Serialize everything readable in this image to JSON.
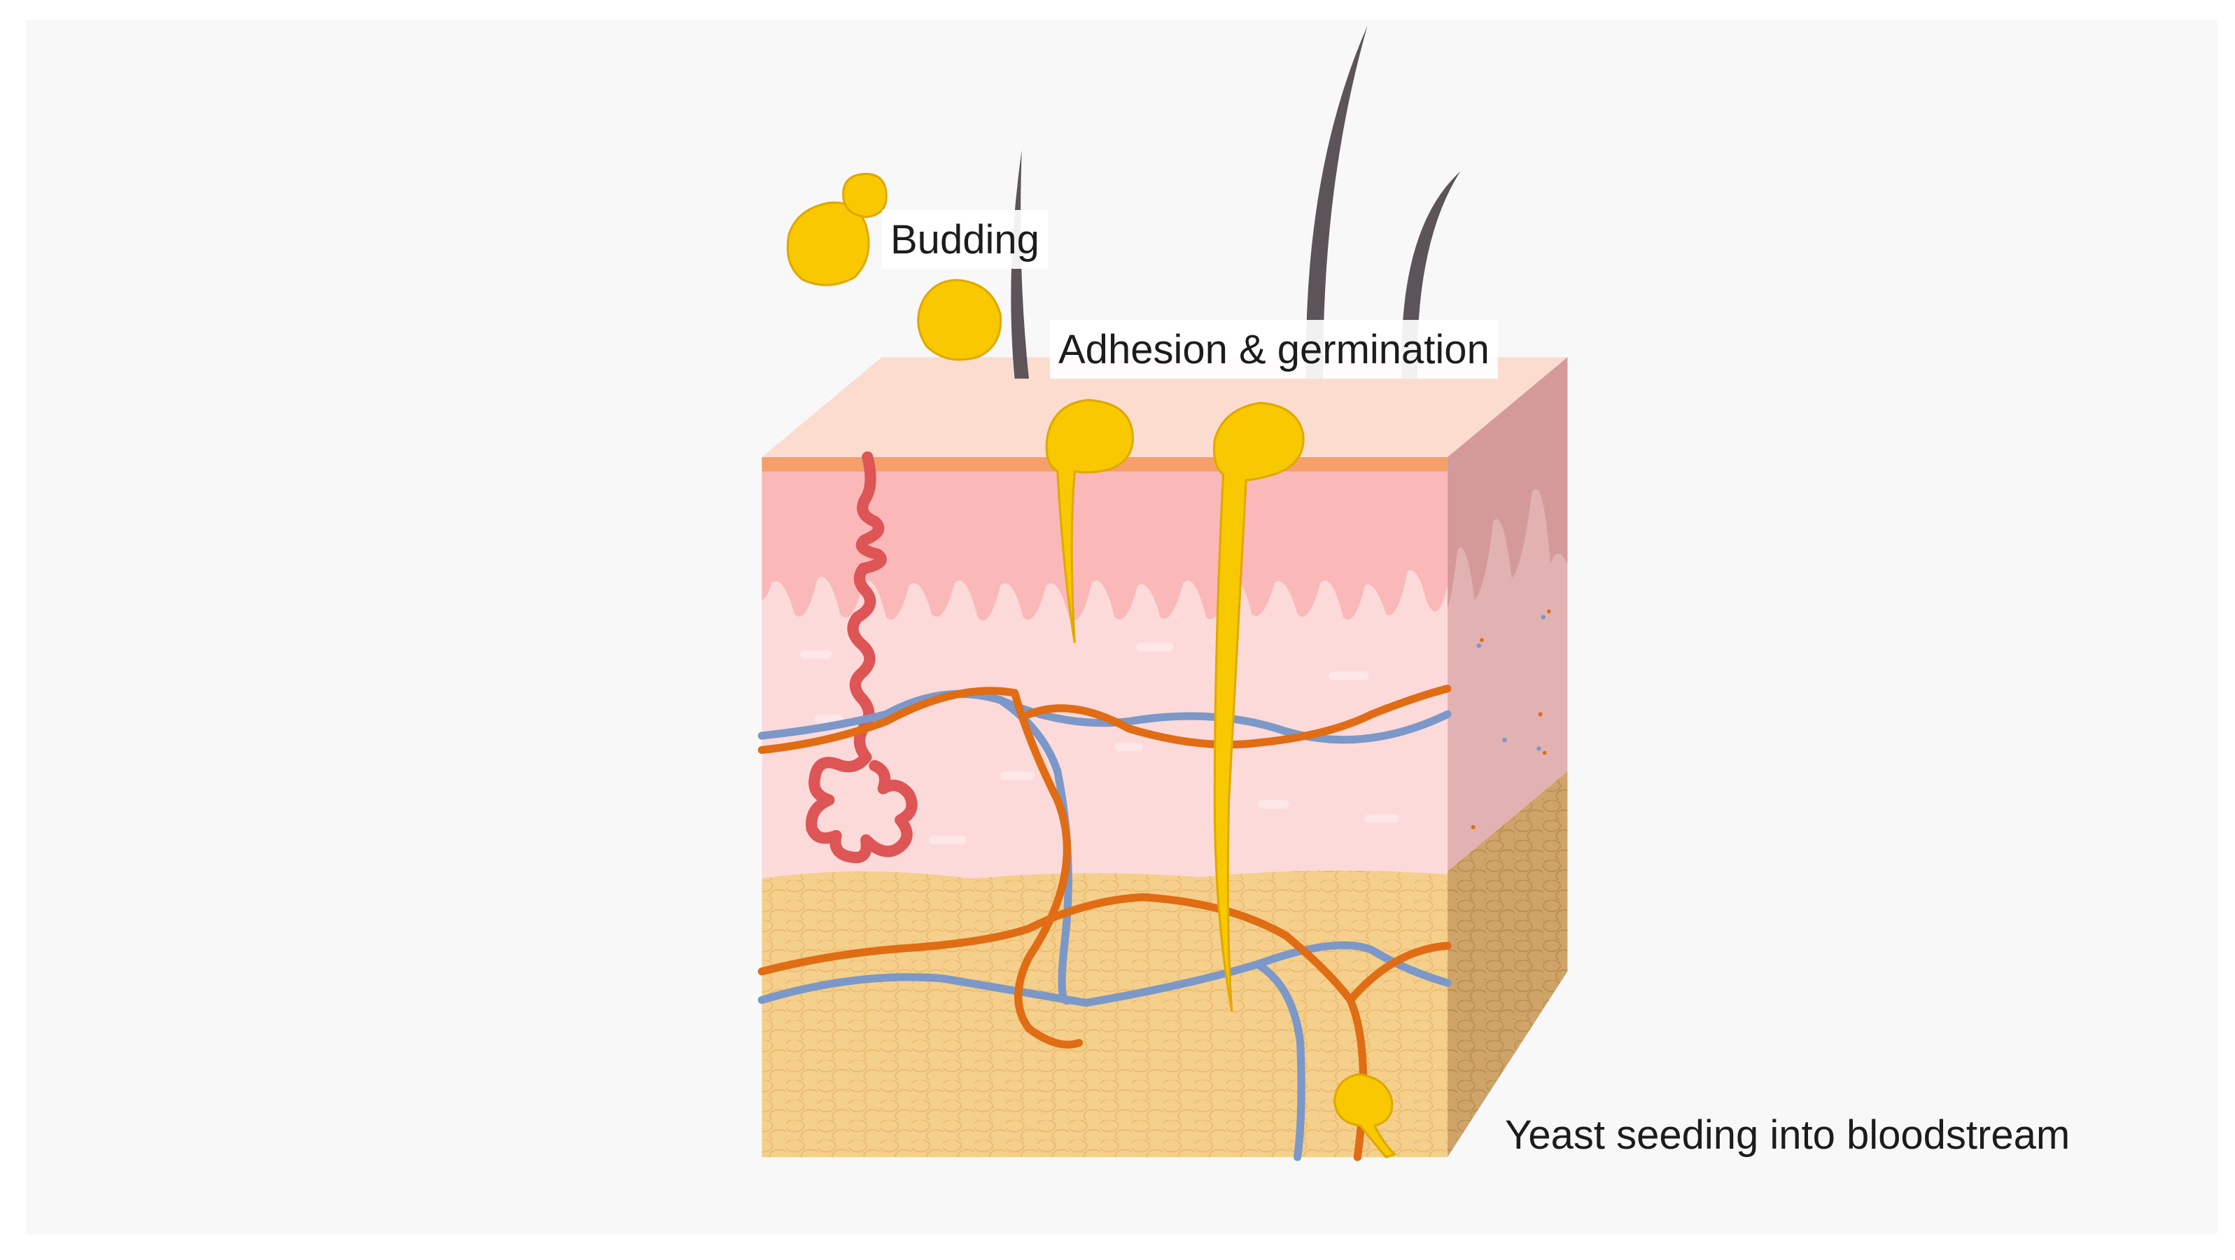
{
  "labels": {
    "budding": "Budding",
    "adhesion": "Adhesion & germination",
    "seeding": "Yeast seeding into bloodstream"
  },
  "colors": {
    "background": "#f8f8f8",
    "yeast": "#f8c800",
    "yeast_outline": "#e0a800",
    "epidermis": "#fbb8b8",
    "dermis": "#fcdada",
    "stratum_corneum": "#f5a06a",
    "skin_top": "#fddcd0",
    "side_face": "#e2b2b2",
    "fat": "#f5cf8c",
    "fat_side": "#cfa469",
    "artery": "#e06c14",
    "vein": "#7b98c8",
    "sweat_gland": "#dd5555",
    "hair": "#5c5458"
  },
  "icons": [
    "yeast-cell-icon",
    "hair-icon",
    "artery-icon",
    "vein-icon",
    "sweat-gland-icon"
  ]
}
